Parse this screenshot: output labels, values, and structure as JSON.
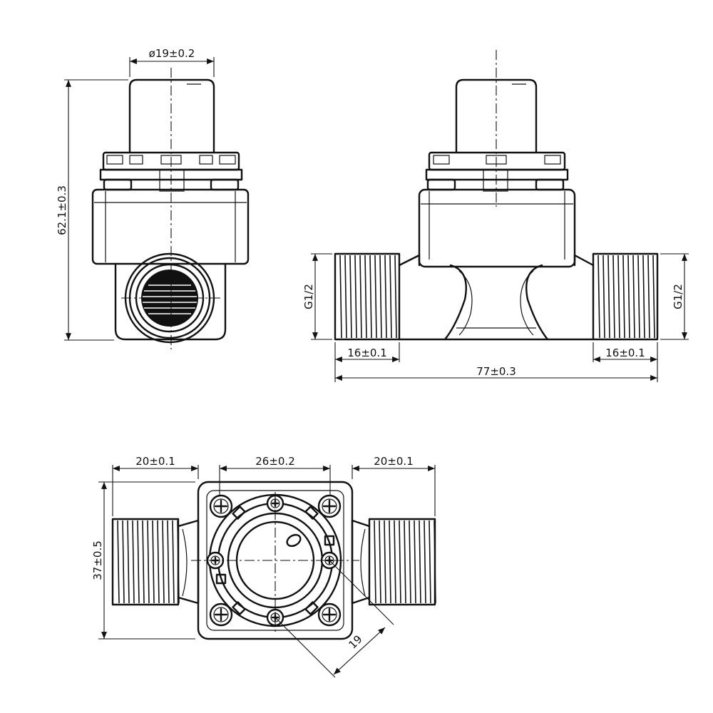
{
  "dimensions": {
    "solenoid_diameter": "ø19±0.2",
    "total_height": "62.1±0.3",
    "thread_left": "G1/2",
    "thread_right": "G1/2",
    "thread_len_left": "16±0.1",
    "thread_len_right": "16±0.1",
    "total_length": "77±0.3",
    "port_len_left": "20±0.1",
    "body_width": "26±0.2",
    "port_len_right": "20±0.1",
    "body_depth": "37±0.5",
    "bolt_spacing": "19"
  },
  "colors": {
    "line": "#111111",
    "background": "#ffffff"
  }
}
